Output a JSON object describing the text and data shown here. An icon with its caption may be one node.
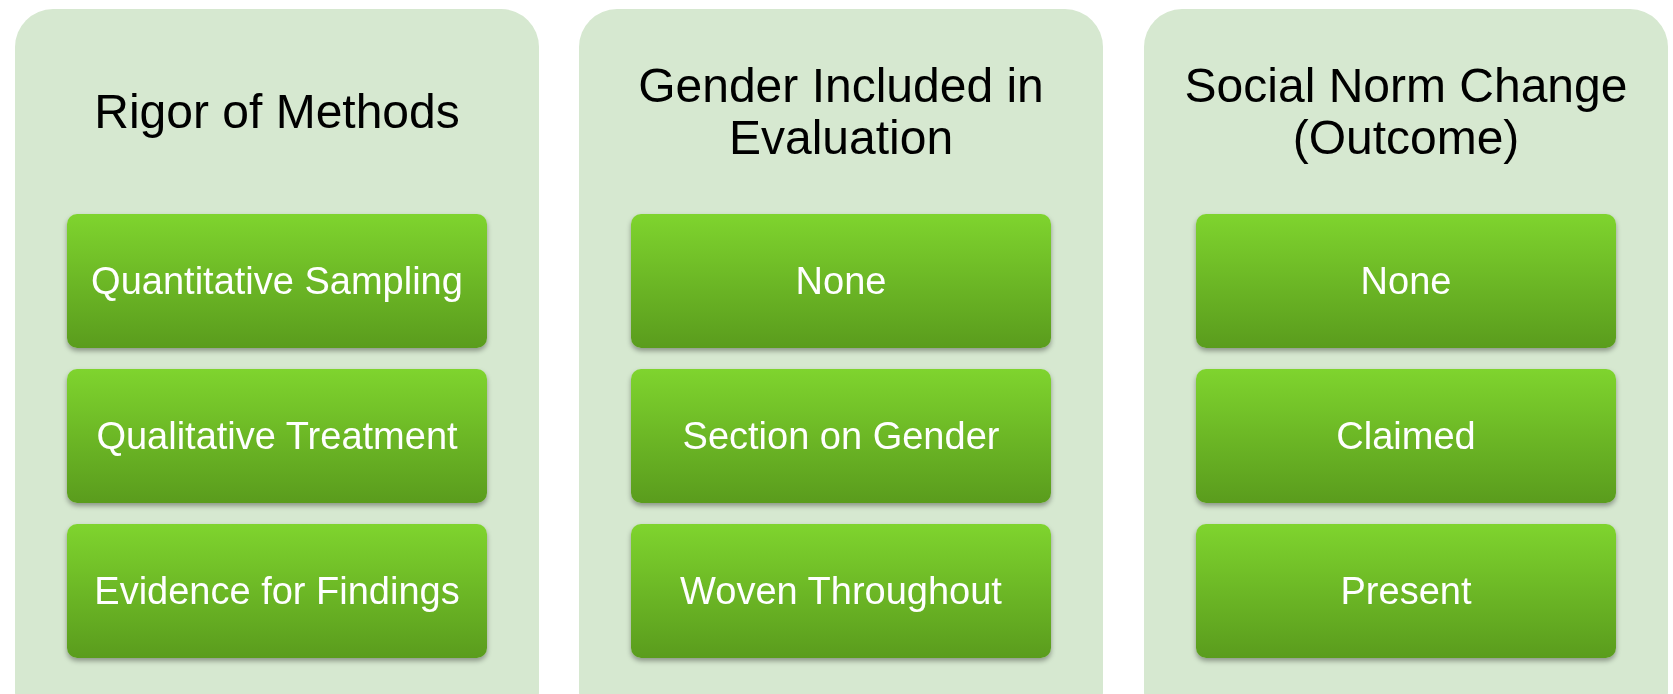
{
  "diagram": {
    "nodes": [
      {
        "text": [
          "Rigor of Methods"
        ]
      },
      {
        "text": [
          "Quantitative Sampling"
        ],
        "in": 0
      },
      {
        "text": [
          "Qualitative Treatment"
        ],
        "in": 0
      },
      {
        "text": [
          "Evidence for Findings"
        ],
        "in": 0
      },
      {
        "text": [
          "Gender Included in Evaluation"
        ]
      },
      {
        "text": [
          "None"
        ],
        "in": 4
      },
      {
        "text": [
          "Section on Gender"
        ],
        "in": 4
      },
      {
        "text": [
          "Woven Throughout"
        ],
        "in": 4
      },
      {
        "text": [
          "Social Norm Change (Outcome)"
        ]
      },
      {
        "text": [
          "None"
        ],
        "in": 8
      },
      {
        "text": [
          "Claimed"
        ],
        "in": 8
      },
      {
        "text": [
          "Present"
        ],
        "in": 8
      }
    ]
  }
}
